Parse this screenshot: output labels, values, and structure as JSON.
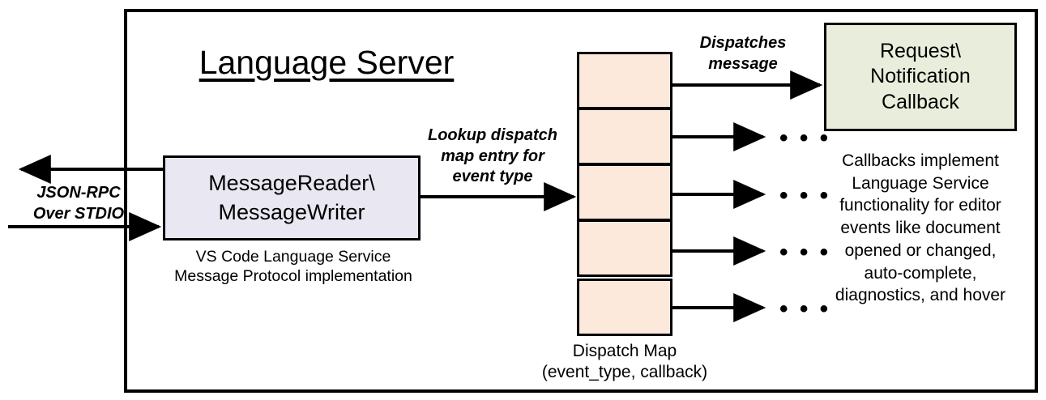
{
  "diagram": {
    "title": "Language Server",
    "outer_border_color": "#000000",
    "background": "#ffffff"
  },
  "external_io": {
    "label": "JSON-RPC\nOver STDIO",
    "outbound_arrow": "arrow-left-out",
    "inbound_arrow": "arrow-right-in"
  },
  "reader_writer": {
    "title": "MessageReader\\\nMessageWriter",
    "caption": "VS Code Language Service\nMessage Protocol implementation",
    "fill": "#e9e7f1"
  },
  "lookup": {
    "label": "Lookup dispatch\nmap entry for\nevent type"
  },
  "dispatch_map": {
    "caption": "Dispatch Map\n(event_type, callback)",
    "fill": "#fce9dc",
    "rows": [
      {
        "index": 1,
        "dot": true,
        "out_target": "callback-box"
      },
      {
        "index": 2,
        "dot": true,
        "out_target": "ellipsis"
      },
      {
        "index": 3,
        "dot": true,
        "out_target": "ellipsis"
      },
      {
        "index": 4,
        "dot": true,
        "out_target": "ellipsis"
      },
      {
        "index": 5,
        "dot": true,
        "out_target": "ellipsis"
      }
    ]
  },
  "dispatches": {
    "label": "Dispatches\nmessage"
  },
  "callback": {
    "title": "Request\\\nNotification\nCallback",
    "caption": "Callbacks implement\nLanguage Service\nfunctionality for editor\nevents like document\nopened or changed,\nauto-complete,\ndiagnostics, and hover",
    "fill": "#e8eedb"
  },
  "ellipsis_glyph": "• • •"
}
